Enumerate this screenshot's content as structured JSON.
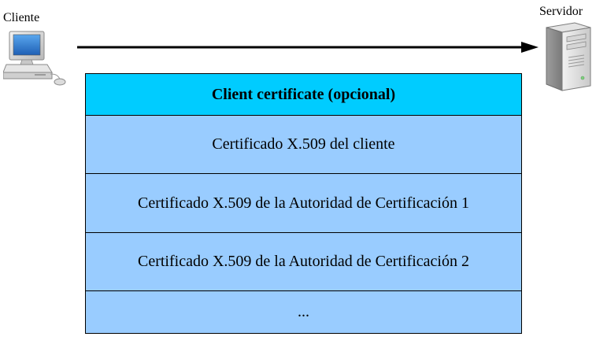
{
  "client": {
    "label": "Cliente",
    "icon": "desktop-computer-icon"
  },
  "server": {
    "label": "Servidor",
    "icon": "server-tower-icon"
  },
  "arrow": {
    "direction": "client-to-server"
  },
  "message": {
    "header": "Client certificate (opcional)",
    "rows": [
      "Certificado X.509 del cliente",
      "Certificado X.509 de la Autoridad de Certificación 1",
      "Certificado X.509 de la Autoridad de Certificación 2",
      "..."
    ]
  },
  "colors": {
    "header_fill": "#00ccff",
    "row_fill": "#99ccff",
    "border": "#000000"
  }
}
